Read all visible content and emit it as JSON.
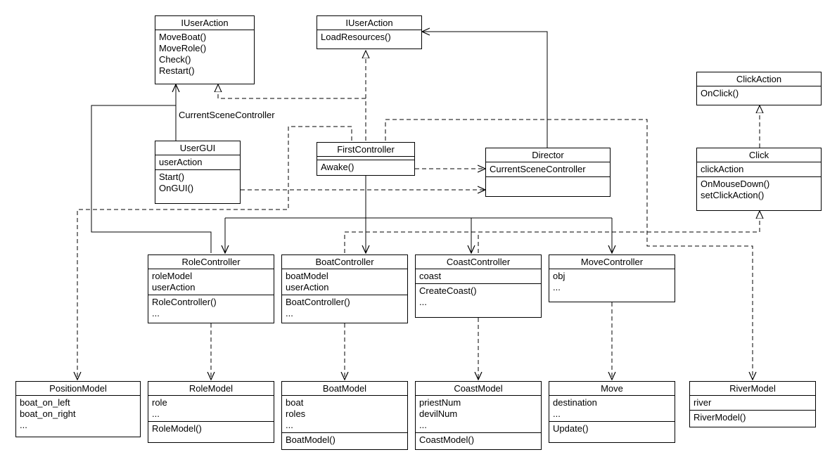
{
  "classes": {
    "iuseraction_a": {
      "name": "IUserAction",
      "attributes": [],
      "methods": [
        "MoveBoat()",
        "MoveRole()",
        "Check()",
        "Restart()"
      ]
    },
    "iuseraction_b": {
      "name": "IUserAction",
      "attributes": [],
      "methods": [
        "LoadResources()"
      ]
    },
    "clickaction": {
      "name": "ClickAction",
      "attributes": [],
      "methods": [
        "OnClick()"
      ]
    },
    "usergui": {
      "name": "UserGUI",
      "attributes": [
        "userAction"
      ],
      "methods": [
        "Start()",
        "OnGUI()"
      ]
    },
    "firstcontroller": {
      "name": "FirstController",
      "attributes": [],
      "methods": [
        "Awake()"
      ]
    },
    "director": {
      "name": "Director",
      "attributes": [
        "CurrentSceneController"
      ],
      "methods": []
    },
    "click": {
      "name": "Click",
      "attributes": [
        "clickAction"
      ],
      "methods": [
        "OnMouseDown()",
        "setClickAction()"
      ]
    },
    "rolecontroller": {
      "name": "RoleController",
      "attributes": [
        "roleModel",
        "userAction"
      ],
      "methods": [
        "RoleController()",
        "..."
      ]
    },
    "boatcontroller": {
      "name": "BoatController",
      "attributes": [
        "boatModel",
        "userAction"
      ],
      "methods": [
        "BoatController()",
        "..."
      ]
    },
    "coastcontroller": {
      "name": "CoastController",
      "attributes": [
        "coast"
      ],
      "methods": [
        "CreateCoast()",
        "..."
      ]
    },
    "movecontroller": {
      "name": "MoveController",
      "attributes": [
        "obj",
        "..."
      ],
      "methods": []
    },
    "positionmodel": {
      "name": "PositionModel",
      "attributes": [
        "boat_on_left",
        "boat_on_right",
        "..."
      ],
      "methods": []
    },
    "rolemodel": {
      "name": "RoleModel",
      "attributes": [
        "role",
        "..."
      ],
      "methods": [
        "RoleModel()"
      ]
    },
    "boatmodel": {
      "name": "BoatModel",
      "attributes": [
        "boat",
        "roles",
        "..."
      ],
      "methods": [
        "BoatModel()"
      ]
    },
    "coastmodel": {
      "name": "CoastModel",
      "attributes": [
        "priestNum",
        "devilNum",
        "..."
      ],
      "methods": [
        "CoastModel()"
      ]
    },
    "move": {
      "name": "Move",
      "attributes": [
        "destination",
        "..."
      ],
      "methods": [
        "Update()"
      ]
    },
    "rivermodel": {
      "name": "RiverModel",
      "attributes": [
        "river"
      ],
      "methods": [
        "RiverModel()"
      ]
    }
  },
  "labels": {
    "current_scene_controller": "CurrentSceneController"
  }
}
